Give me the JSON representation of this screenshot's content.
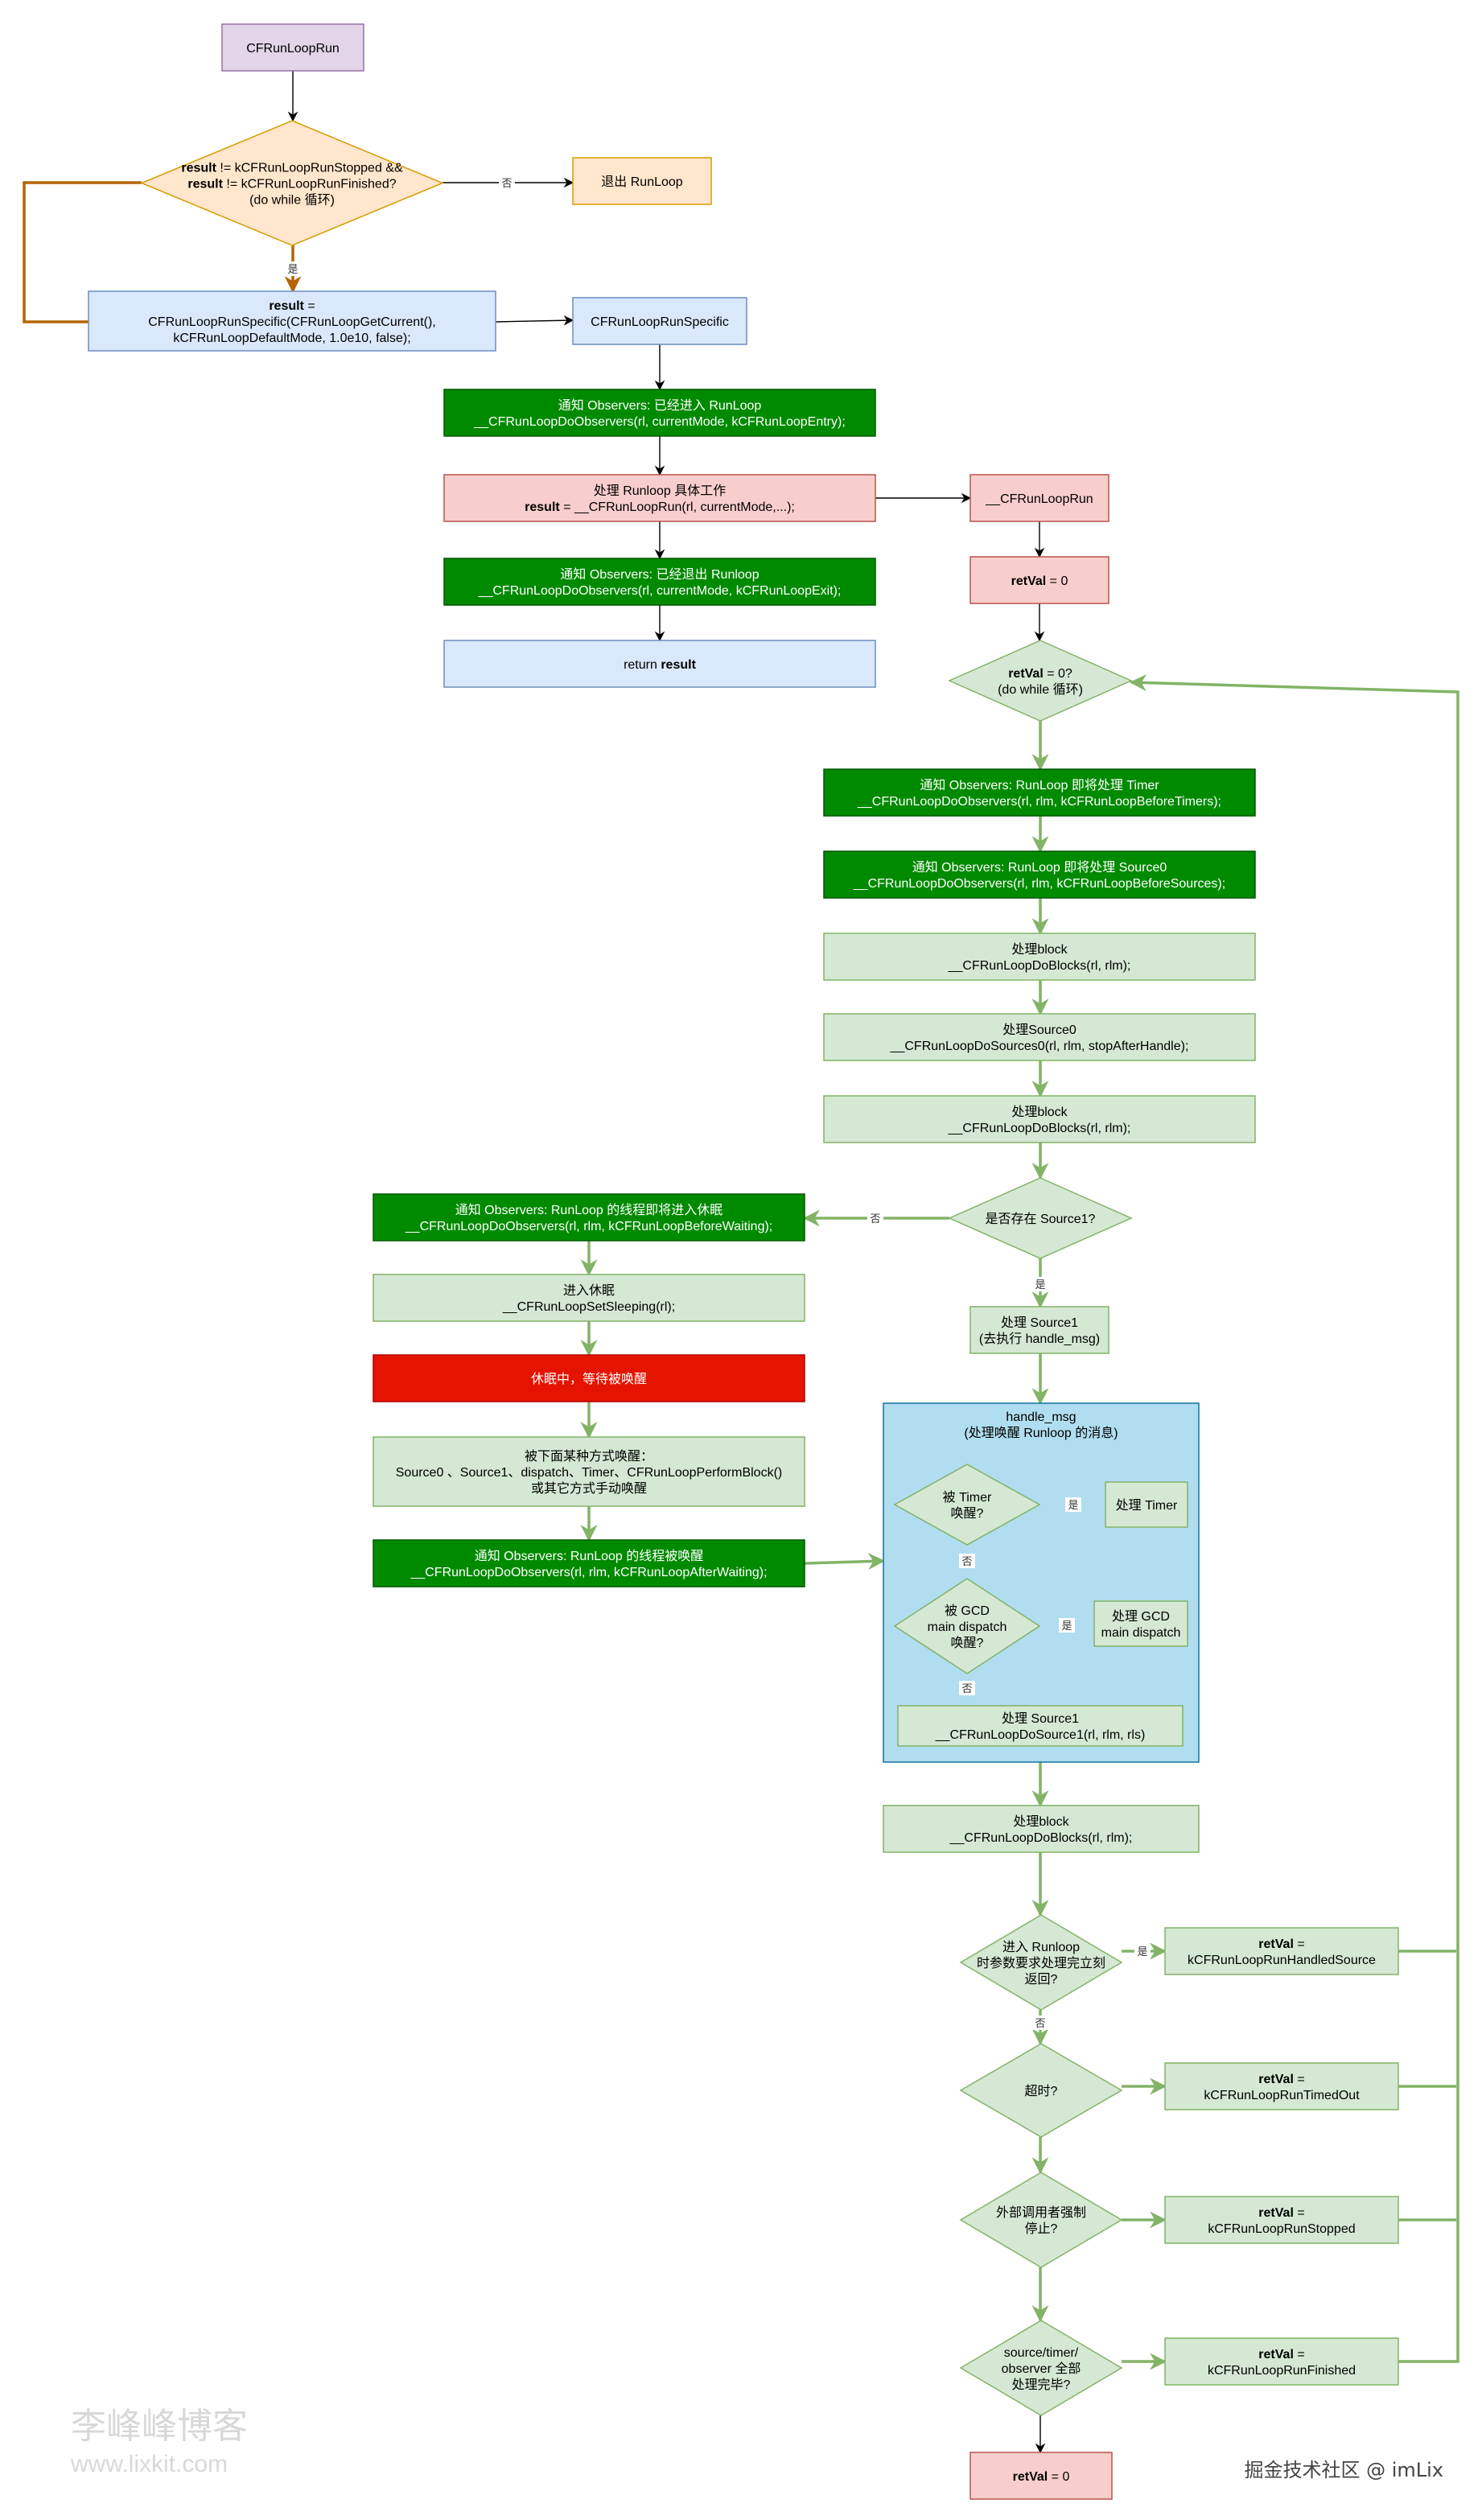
{
  "colors": {
    "purple_fill": "#e1d5e7",
    "purple_stroke": "#9673a6",
    "orange_fill": "#ffe6cc",
    "orange_stroke": "#d79b00",
    "blue_fill": "#dae8fc",
    "blue_stroke": "#6c8ebf",
    "dark_green_fill": "#008a00",
    "dark_green_stroke": "#005700",
    "red_light_fill": "#f8cecc",
    "red_light_stroke": "#b85450",
    "light_green_fill": "#d5e8d4",
    "light_green_stroke": "#82b366",
    "red_fill": "#e51400",
    "sky_fill": "#b1ddf0",
    "sky_stroke": "#10739e",
    "edge_black": "#000000",
    "edge_green": "#82b366",
    "edge_brown": "#b46504"
  },
  "nodes": [
    {
      "id": "cfrunlooprun",
      "shape": "rect",
      "style": "purple",
      "lines": [
        "CFRunLoopRun"
      ]
    },
    {
      "id": "result-loop",
      "shape": "diamond",
      "style": "orange",
      "lines": [
        [
          {
            "t": "result",
            "b": true
          },
          {
            "t": " != kCFRunLoopRunStopped &&"
          }
        ],
        [
          {
            "t": "result",
            "b": true
          },
          {
            "t": " !=  kCFRunLoopRunFinished?"
          }
        ],
        "(do while 循环)"
      ]
    },
    {
      "id": "exit-runloop",
      "shape": "rect",
      "style": "orange",
      "lines": [
        "退出 RunLoop"
      ]
    },
    {
      "id": "result-assign",
      "shape": "rect",
      "style": "blue",
      "lines": [
        [
          {
            "t": "result",
            "b": true
          },
          {
            "t": " ="
          }
        ],
        "CFRunLoopRunSpecific(CFRunLoopGetCurrent(),",
        "kCFRunLoopDefaultMode, 1.0e10, false);"
      ]
    },
    {
      "id": "cfrunloopspecific",
      "shape": "rect",
      "style": "blue",
      "lines": [
        "CFRunLoopRunSpecific"
      ]
    },
    {
      "id": "notify-entry",
      "shape": "rect",
      "style": "dark_green",
      "lines": [
        "通知 Observers: 已经进入 RunLoop",
        "__CFRunLoopDoObservers(rl, currentMode, kCFRunLoopEntry);"
      ]
    },
    {
      "id": "process-runloop",
      "shape": "rect",
      "style": "red_light",
      "lines": [
        "处理 Runloop 具体工作",
        [
          {
            "t": "result",
            "b": true
          },
          {
            "t": " = __CFRunLoopRun(rl, currentMode,...);"
          }
        ]
      ]
    },
    {
      "id": "notify-exit",
      "shape": "rect",
      "style": "dark_green",
      "lines": [
        "通知 Observers: 已经退出 Runloop",
        "__CFRunLoopDoObservers(rl, currentMode, kCFRunLoopExit);"
      ]
    },
    {
      "id": "return-result",
      "shape": "rect",
      "style": "blue",
      "lines": [
        [
          {
            "t": "return "
          },
          {
            "t": "result",
            "b": true
          }
        ]
      ]
    },
    {
      "id": "cfrunlooprun-internal",
      "shape": "rect",
      "style": "red_light",
      "lines": [
        "__CFRunLoopRun"
      ]
    },
    {
      "id": "retval-init",
      "shape": "rect",
      "style": "red_light",
      "lines": [
        [
          {
            "t": "retVal",
            "b": true
          },
          {
            "t": " = 0"
          }
        ]
      ]
    },
    {
      "id": "retval-check",
      "shape": "diamond",
      "style": "light_green",
      "lines": [
        [
          {
            "t": "retVal",
            "b": true
          },
          {
            "t": " = 0?"
          }
        ],
        "(do while 循环)"
      ]
    },
    {
      "id": "notify-before-timers",
      "shape": "rect",
      "style": "dark_green",
      "lines": [
        "通知 Observers: RunLoop 即将处理 Timer",
        "__CFRunLoopDoObservers(rl, rlm, kCFRunLoopBeforeTimers);"
      ]
    },
    {
      "id": "notify-before-sources",
      "shape": "rect",
      "style": "dark_green",
      "lines": [
        "通知 Observers: RunLoop 即将处理 Source0",
        "__CFRunLoopDoObservers(rl, rlm, kCFRunLoopBeforeSources);"
      ]
    },
    {
      "id": "do-blocks-1",
      "shape": "rect",
      "style": "light_green",
      "lines": [
        "处理block",
        "__CFRunLoopDoBlocks(rl, rlm);"
      ]
    },
    {
      "id": "do-sources0",
      "shape": "rect",
      "style": "light_green",
      "lines": [
        "处理Source0",
        "__CFRunLoopDoSources0(rl, rlm, stopAfterHandle);"
      ]
    },
    {
      "id": "do-blocks-2",
      "shape": "rect",
      "style": "light_green",
      "lines": [
        "处理block",
        "__CFRunLoopDoBlocks(rl, rlm);"
      ]
    },
    {
      "id": "source1-check",
      "shape": "diamond",
      "style": "light_green",
      "lines": [
        "是否存在 Source1?"
      ]
    },
    {
      "id": "notify-before-waiting",
      "shape": "rect",
      "style": "dark_green",
      "lines": [
        "通知 Observers: RunLoop 的线程即将进入休眠",
        "__CFRunLoopDoObservers(rl, rlm, kCFRunLoopBeforeWaiting);"
      ]
    },
    {
      "id": "set-sleeping",
      "shape": "rect",
      "style": "light_green",
      "lines": [
        "进入休眠",
        "__CFRunLoopSetSleeping(rl);"
      ]
    },
    {
      "id": "sleeping",
      "shape": "rect",
      "style": "red",
      "lines": [
        "休眠中，等待被唤醒"
      ]
    },
    {
      "id": "wakeup-ways",
      "shape": "rect",
      "style": "light_green",
      "lines": [
        "被下面某种方式唤醒：",
        "Source0 、Source1、dispatch、Timer、CFRunLoopPerformBlock()",
        "或其它方式手动唤醒"
      ]
    },
    {
      "id": "notify-after-waiting",
      "shape": "rect",
      "style": "dark_green",
      "lines": [
        "通知 Observers: RunLoop 的线程被唤醒",
        "__CFRunLoopDoObservers(rl, rlm, kCFRunLoopAfterWaiting);"
      ]
    },
    {
      "id": "process-source1-exec",
      "shape": "rect",
      "style": "light_green",
      "lines": [
        "处理 Source1",
        "(去执行 handle_msg)"
      ]
    },
    {
      "id": "handle-msg-group",
      "shape": "group",
      "style": "sky",
      "lines": [
        "handle_msg",
        "(处理唤醒 Runloop 的消息)"
      ]
    },
    {
      "id": "timer-check",
      "shape": "diamond",
      "style": "light_green",
      "lines": [
        "被 Timer",
        "唤醒?"
      ]
    },
    {
      "id": "process-timer",
      "shape": "rect",
      "style": "light_green",
      "lines": [
        "处理 Timer"
      ]
    },
    {
      "id": "gcd-check",
      "shape": "diamond",
      "style": "light_green",
      "lines": [
        "被 GCD",
        "main dispatch",
        "唤醒?"
      ]
    },
    {
      "id": "process-gcd",
      "shape": "rect",
      "style": "light_green",
      "lines": [
        "处理 GCD",
        "main dispatch"
      ]
    },
    {
      "id": "do-source1",
      "shape": "rect",
      "style": "light_green",
      "lines": [
        "处理 Source1",
        "__CFRunLoopDoSource1(rl, rlm, rls)"
      ]
    },
    {
      "id": "do-blocks-3",
      "shape": "rect",
      "style": "light_green",
      "lines": [
        "处理block",
        "__CFRunLoopDoBlocks(rl, rlm);"
      ]
    },
    {
      "id": "handled-check",
      "shape": "diamond",
      "style": "light_green",
      "lines": [
        "进入 Runloop",
        "时参数要求处理完立刻",
        "返回?"
      ]
    },
    {
      "id": "retval-handled",
      "shape": "rect",
      "style": "light_green",
      "lines": [
        [
          {
            "t": "retVal",
            "b": true
          },
          {
            "t": " ="
          }
        ],
        "kCFRunLoopRunHandledSource"
      ]
    },
    {
      "id": "timeout-check",
      "shape": "diamond",
      "style": "light_green",
      "lines": [
        "超时?"
      ]
    },
    {
      "id": "retval-timedout",
      "shape": "rect",
      "style": "light_green",
      "lines": [
        [
          {
            "t": "retVal",
            "b": true
          },
          {
            "t": " ="
          }
        ],
        "kCFRunLoopRunTimedOut"
      ]
    },
    {
      "id": "stopped-check",
      "shape": "diamond",
      "style": "light_green",
      "lines": [
        "外部调用者强制",
        "停止?"
      ]
    },
    {
      "id": "retval-stopped",
      "shape": "rect",
      "style": "light_green",
      "lines": [
        [
          {
            "t": "retVal",
            "b": true
          },
          {
            "t": " ="
          }
        ],
        "kCFRunLoopRunStopped"
      ]
    },
    {
      "id": "finished-check",
      "shape": "diamond",
      "style": "light_green",
      "lines": [
        "source/timer/",
        "observer 全部",
        "处理完毕?"
      ]
    },
    {
      "id": "retval-finished",
      "shape": "rect",
      "style": "light_green",
      "lines": [
        [
          {
            "t": "retVal",
            "b": true
          },
          {
            "t": " ="
          }
        ],
        "kCFRunLoopRunFinished"
      ]
    },
    {
      "id": "retval-final",
      "shape": "rect",
      "style": "red_light",
      "lines": [
        [
          {
            "t": "retVal",
            "b": true
          },
          {
            "t": " = 0"
          }
        ]
      ]
    }
  ],
  "edge_labels": {
    "no": "否",
    "yes": "是"
  },
  "watermarks": {
    "brand": "李峰峰博客",
    "site": "www.lixkit.com",
    "credit": "掘金技术社区 @ imLix"
  }
}
